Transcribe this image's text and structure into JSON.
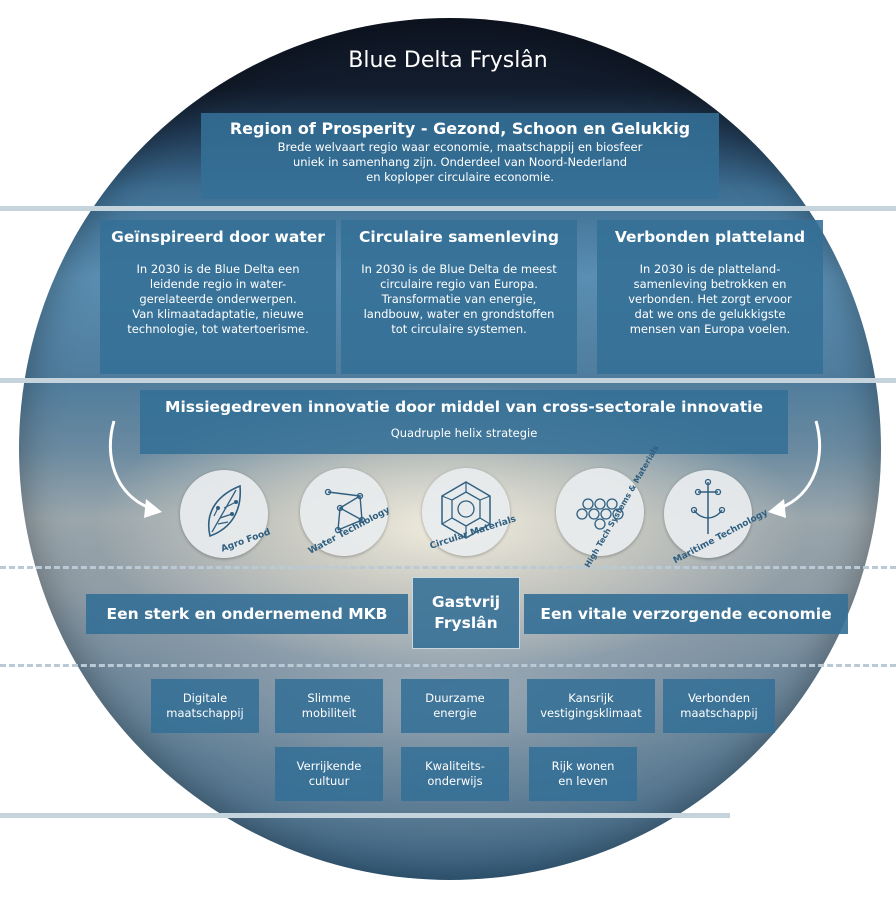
{
  "title": "Blue Delta Fryslân",
  "prosperity": {
    "title": "Region of Prosperity - Gezond, Schoon en Gelukkig",
    "lines": [
      "Brede welvaart regio waar economie, maatschappij en biosfeer",
      "uniek in samenhang zijn. Onderdeel van Noord-Nederland",
      "en koploper circulaire economie."
    ]
  },
  "pillars": [
    {
      "title": "Geïnspireerd door water",
      "lines": [
        "In 2030 is de Blue Delta een",
        "leidende regio in water-",
        "gerelateerde onderwerpen.",
        "Van klimaatadaptatie, nieuwe",
        "technologie, tot watertoerisme."
      ]
    },
    {
      "title": "Circulaire samenleving",
      "lines": [
        "In 2030 is de Blue Delta de meest",
        "circulaire regio van Europa.",
        "Transformatie van energie,",
        "landbouw, water en grondstoffen",
        "tot circulaire systemen."
      ]
    },
    {
      "title": "Verbonden platteland",
      "lines": [
        "In 2030 is de platteland-",
        "samenleving betrokken en",
        "verbonden. Het zorgt ervoor",
        "dat we ons de gelukkigste",
        "mensen van Europa voelen."
      ]
    }
  ],
  "mission": {
    "title": "Missiegedreven innovatie door middel van cross-sectorale innovatie",
    "subtitle": "Quadruple helix strategie"
  },
  "themes": [
    {
      "label": "Agro Food",
      "icon": "agro-food-icon"
    },
    {
      "label": "Water Technology",
      "icon": "water-technology-icon"
    },
    {
      "label": "Circular Materials",
      "icon": "circular-materials-icon"
    },
    {
      "label": "High Tech Systems & Materials",
      "icon": "high-tech-systems-icon"
    },
    {
      "label": "Maritime Technology",
      "icon": "maritime-technology-icon"
    }
  ],
  "economy": {
    "left": "Een sterk en ondernemend MKB",
    "center": "Gastvrij Fryslân",
    "right": "Een vitale verzorgende economie"
  },
  "tiles": [
    {
      "label": "Digitale maatschappij"
    },
    {
      "label": "Slimme mobiliteit"
    },
    {
      "label": "Duurzame energie"
    },
    {
      "label": "Kansrijk vestigingsklimaat"
    },
    {
      "label": "Verbonden maatschappij"
    },
    {
      "label": "Verrijkende cultuur"
    },
    {
      "label": "Kwaliteits- onderwijs"
    },
    {
      "label": "Rijk wonen en leven"
    }
  ],
  "colors": {
    "box": "#346f96",
    "line": "#c5d3dc",
    "circle": "#e8ecee",
    "icon": "#2f5f80"
  }
}
